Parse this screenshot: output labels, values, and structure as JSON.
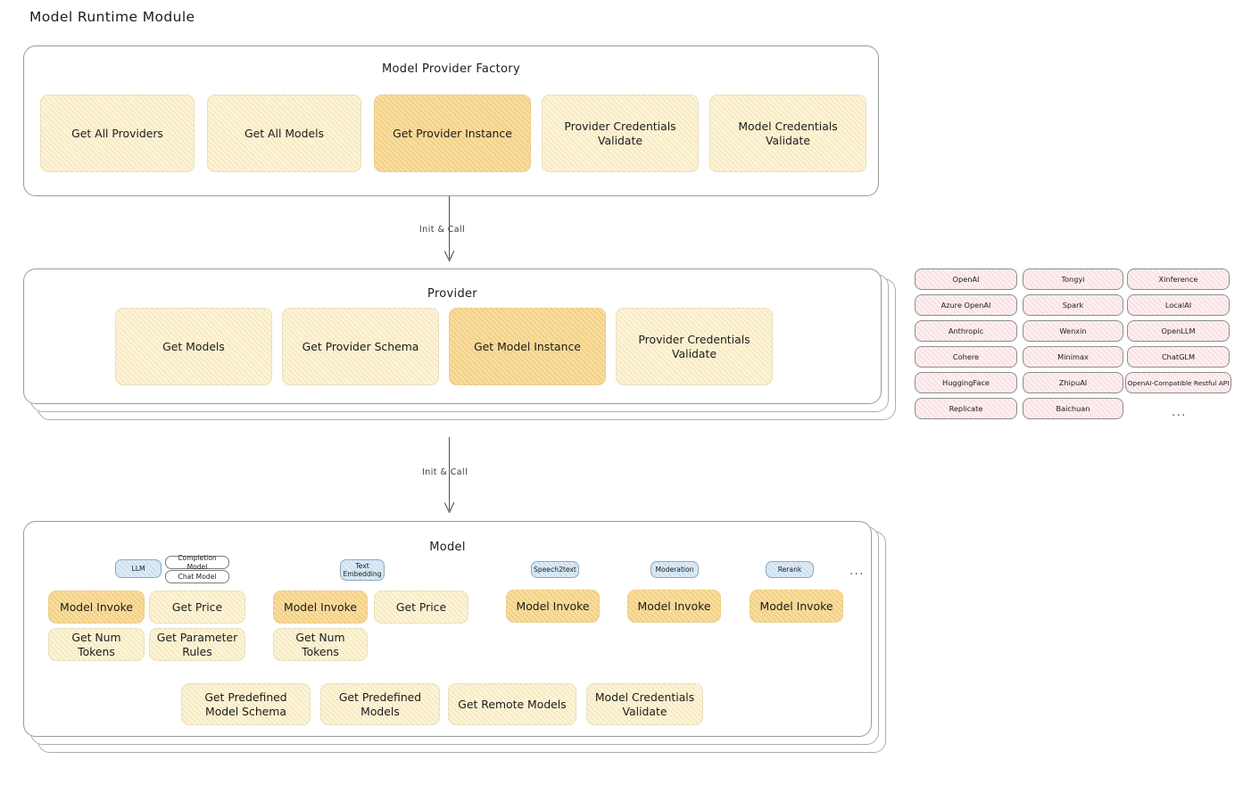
{
  "page": {
    "title": "Model Runtime Module"
  },
  "factory": {
    "title": "Model Provider Factory",
    "nodes": [
      {
        "label": "Get All Providers",
        "highlighted": false
      },
      {
        "label": "Get All Models",
        "highlighted": false
      },
      {
        "label": "Get Provider Instance",
        "highlighted": true
      },
      {
        "label": "Provider Credentials Validate",
        "highlighted": false
      },
      {
        "label": "Model Credentials Validate",
        "highlighted": false
      }
    ]
  },
  "arrow1": {
    "label": "Init & Call"
  },
  "provider": {
    "title": "Provider",
    "nodes": [
      {
        "label": "Get Models",
        "highlighted": false
      },
      {
        "label": "Get Provider Schema",
        "highlighted": false
      },
      {
        "label": "Get Model Instance",
        "highlighted": true
      },
      {
        "label": "Provider Credentials Validate",
        "highlighted": false
      }
    ]
  },
  "arrow2": {
    "label": "Init & Call"
  },
  "provider_list": {
    "ellipsis": "...",
    "columns": [
      {
        "items": [
          "OpenAI",
          "Azure OpenAI",
          "Anthropic",
          "Cohere",
          "HuggingFace",
          "Replicate"
        ]
      },
      {
        "items": [
          "Tongyi",
          "Spark",
          "Wenxin",
          "Minimax",
          "ZhipuAI",
          "Baichuan"
        ]
      },
      {
        "items": [
          "Xinference",
          "LocalAI",
          "OpenLLM",
          "ChatGLM",
          "OpenAI-Compatible Restful API"
        ]
      }
    ]
  },
  "model": {
    "title": "Model",
    "ellipsis": "...",
    "groups": [
      {
        "type_chip": "LLM",
        "sub_chips": [
          "Completion Model",
          "Chat Model"
        ],
        "nodes": [
          {
            "label": "Model Invoke",
            "highlighted": true
          },
          {
            "label": "Get Price",
            "highlighted": false
          },
          {
            "label": "Get Num Tokens",
            "highlighted": false
          },
          {
            "label": "Get Parameter Rules",
            "highlighted": false
          }
        ]
      },
      {
        "type_chip": "Text Embedding",
        "sub_chips": [],
        "nodes": [
          {
            "label": "Model Invoke",
            "highlighted": true
          },
          {
            "label": "Get Price",
            "highlighted": false
          },
          {
            "label": "Get Num Tokens",
            "highlighted": false
          }
        ]
      },
      {
        "type_chip": "Speech2text",
        "sub_chips": [],
        "nodes": [
          {
            "label": "Model Invoke",
            "highlighted": true
          }
        ]
      },
      {
        "type_chip": "Moderation",
        "sub_chips": [],
        "nodes": [
          {
            "label": "Model Invoke",
            "highlighted": true
          }
        ]
      },
      {
        "type_chip": "Rerank",
        "sub_chips": [],
        "nodes": [
          {
            "label": "Model Invoke",
            "highlighted": true
          }
        ]
      }
    ],
    "common_nodes": [
      {
        "label": "Get Predefined Model Schema"
      },
      {
        "label": "Get Predefined Models"
      },
      {
        "label": "Get Remote Models"
      },
      {
        "label": "Model Credentials Validate"
      }
    ]
  },
  "colors": {
    "node_fill": "#fbf4da",
    "node_highlight_fill": "#f8dda0",
    "provider_chip_fill": "#fdeff0",
    "type_chip_fill": "#dcebf7",
    "panel_border": "#9a9a9a",
    "text": "#1b1b1b"
  }
}
